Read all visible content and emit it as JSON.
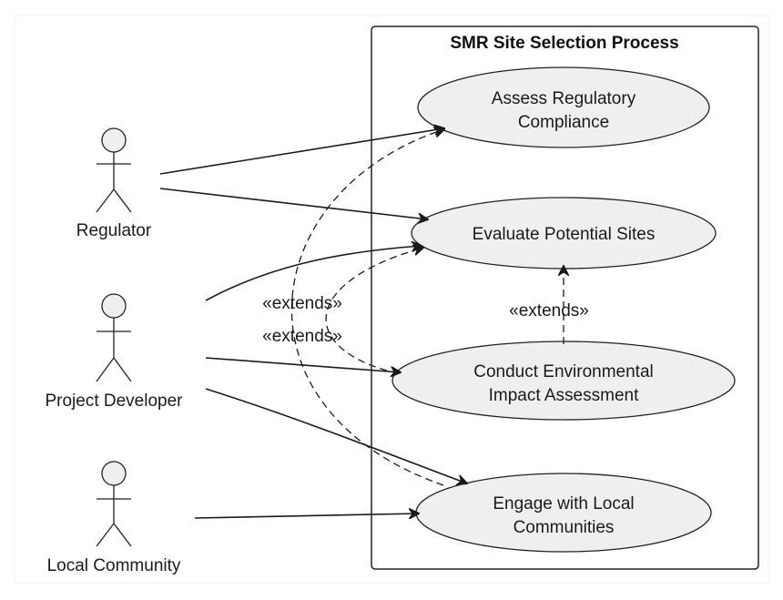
{
  "system": {
    "title": "SMR Site Selection Process"
  },
  "actors": {
    "regulator": "Regulator",
    "developer": "Project Developer",
    "community": "Local Community"
  },
  "use_cases": {
    "assess": [
      "Assess Regulatory",
      "Compliance"
    ],
    "evaluate": [
      "Evaluate Potential Sites"
    ],
    "conduct": [
      "Conduct Environmental",
      "Impact Assessment"
    ],
    "engage": [
      "Engage with Local",
      "Communities"
    ]
  },
  "relations": {
    "extends_1": "«extends»",
    "extends_2": "«extends»",
    "extends_3": "«extends»"
  }
}
